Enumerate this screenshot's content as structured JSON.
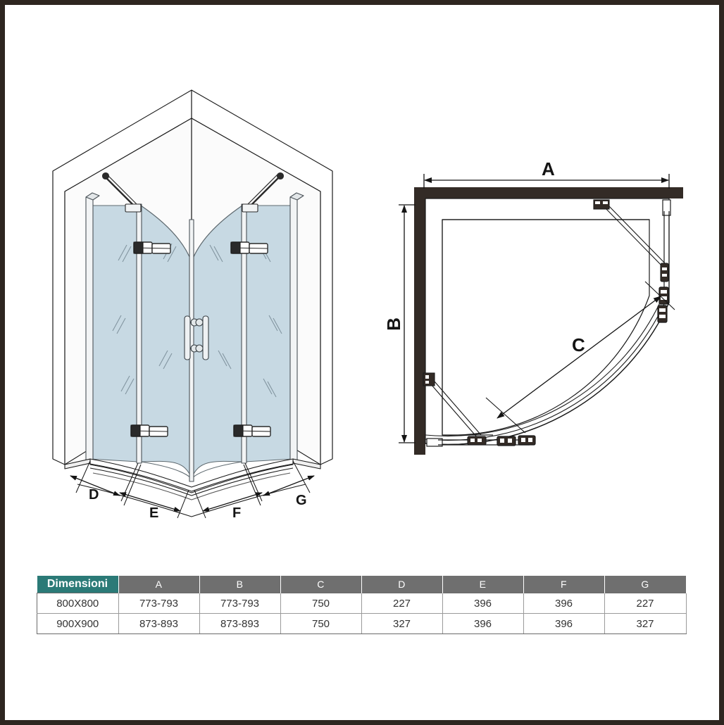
{
  "diagram": {
    "title": "Quadrant shower enclosure technical drawing",
    "iso_view": {
      "name": "isometric-view",
      "dimension_labels": [
        {
          "id": "D",
          "text": "D"
        },
        {
          "id": "E",
          "text": "E"
        },
        {
          "id": "F",
          "text": "F"
        },
        {
          "id": "G",
          "text": "G"
        }
      ]
    },
    "plan_view": {
      "name": "plan-view",
      "dimension_labels": [
        {
          "id": "A",
          "text": "A"
        },
        {
          "id": "B",
          "text": "B"
        },
        {
          "id": "C",
          "text": "C"
        }
      ]
    }
  },
  "table": {
    "headers": [
      "Dimensioni",
      "A",
      "B",
      "C",
      "D",
      "E",
      "F",
      "G"
    ],
    "rows": [
      {
        "size": "800X800",
        "A": "773-793",
        "B": "773-793",
        "C": "750",
        "D": "227",
        "E": "396",
        "F": "396",
        "G": "227"
      },
      {
        "size": "900X900",
        "A": "873-893",
        "B": "873-893",
        "C": "750",
        "D": "327",
        "E": "396",
        "F": "396",
        "G": "327"
      }
    ]
  },
  "colors": {
    "glass": "#c7d9e3",
    "wall_dark": "#332b26",
    "header_gray": "#6f6f6f",
    "header_teal": "#2b7a77",
    "line": "#1a1a1a",
    "frame": "#2e2620"
  }
}
